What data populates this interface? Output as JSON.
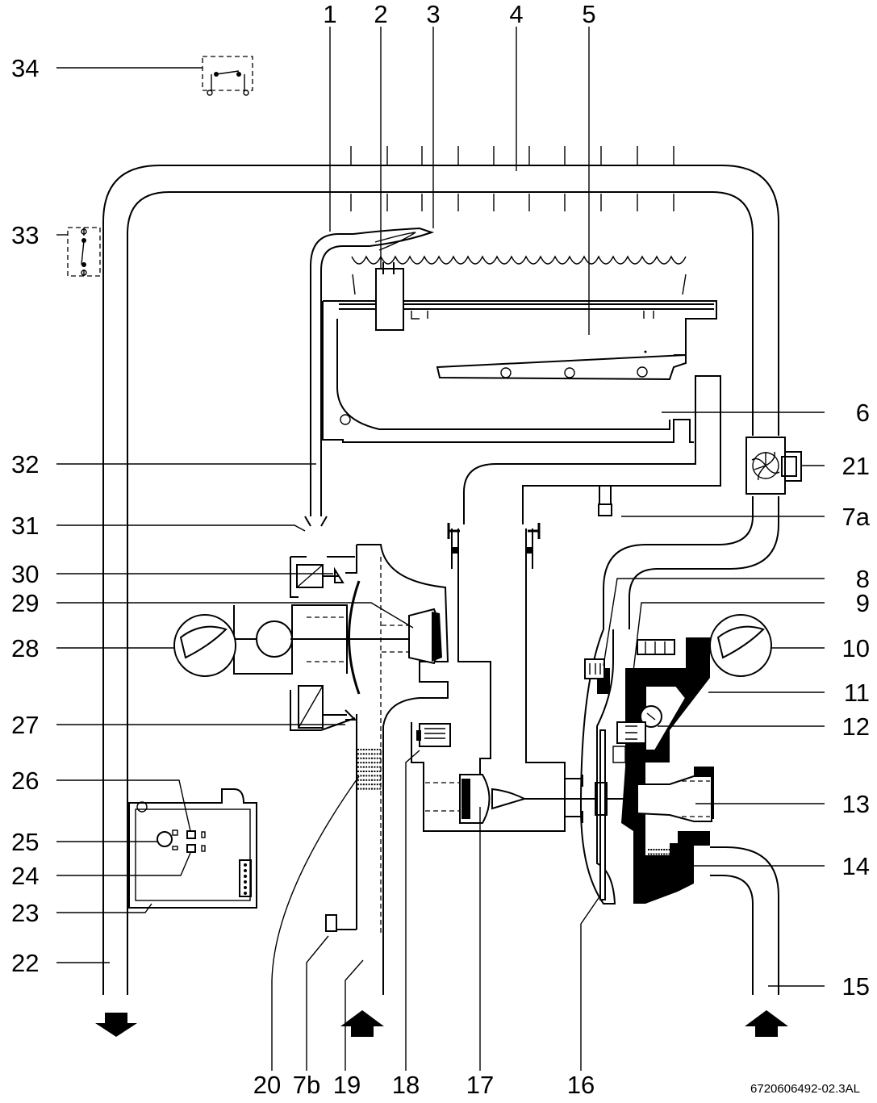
{
  "labels_top": [
    "1",
    "2",
    "3",
    "4",
    "5"
  ],
  "labels_left": [
    "34",
    "33",
    "32",
    "31",
    "30",
    "29",
    "28",
    "27",
    "26",
    "25",
    "24",
    "23",
    "22"
  ],
  "labels_right": [
    "6",
    "21",
    "7a",
    "8",
    "9",
    "10",
    "11",
    "12",
    "13",
    "14",
    "15"
  ],
  "labels_bottom": [
    "20",
    "7b",
    "19",
    "18",
    "17",
    "16"
  ],
  "drawing_code": "6720606492-02.3AL"
}
